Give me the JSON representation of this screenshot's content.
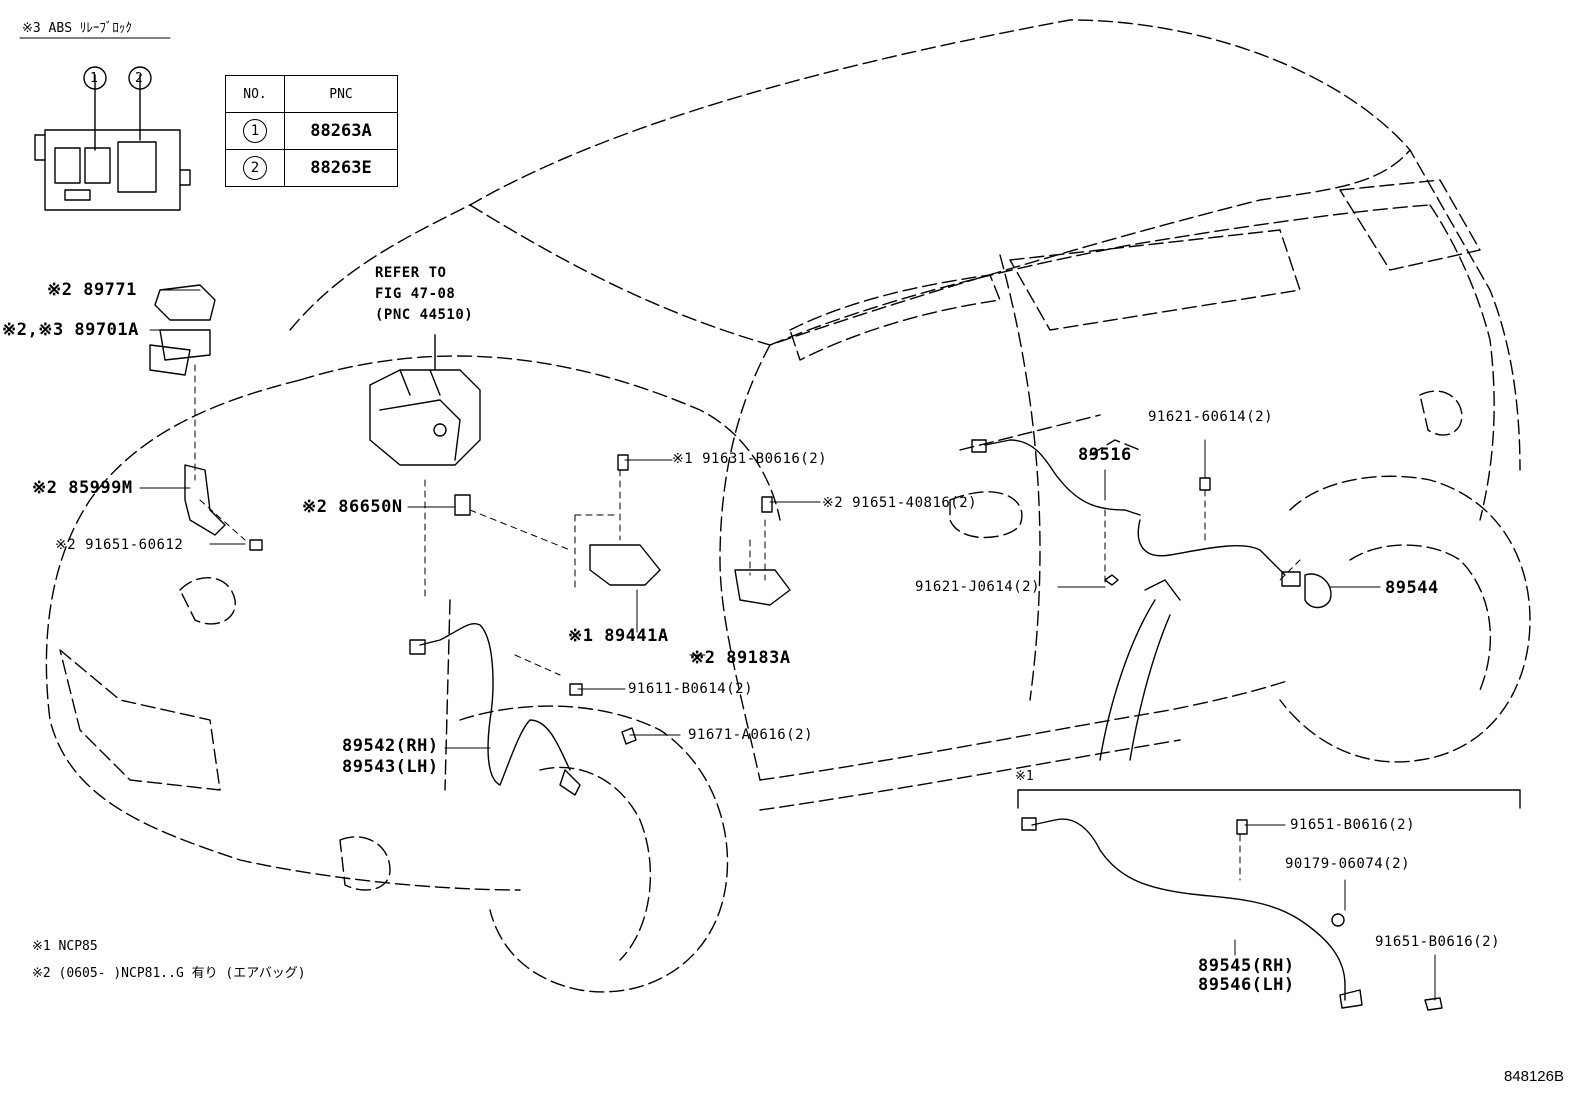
{
  "relay_block": {
    "title": "※3 ABS ﾘﾚｰﾌﾞﾛｯｸ",
    "markers": [
      "1",
      "2"
    ]
  },
  "pnc_table": {
    "header_no": "NO.",
    "header_pnc": "PNC",
    "rows": [
      {
        "no": "1",
        "pnc": "88263A"
      },
      {
        "no": "2",
        "pnc": "88263E"
      }
    ]
  },
  "refer": {
    "line1": "REFER TO",
    "line2": "FIG 47-08",
    "line3": "(PNC 44510)"
  },
  "parts": {
    "p89771": "※2 89771",
    "p89701a": "※2,※3 89701A",
    "p85999m": "※2 85999M",
    "p91651_60612": "※2 91651-60612",
    "p86650n": "※2 86650N",
    "p91631": "※1 91631-B0616(2)",
    "p89441a": "※1 89441A",
    "p89183a": "※2 89183A",
    "p91611": "91611-B0614(2)",
    "p91671": "91671-A0616(2)",
    "p89542": "89542(RH)",
    "p89543": "89543(LH)",
    "p91651_40816": "※2 91651-40816(2)",
    "p89516": "89516",
    "p91621_60614": "91621-60614(2)",
    "p91621_j0614": "91621-J0614(2)",
    "p89544": "89544",
    "inset_mark": "※1",
    "p91651_b0616_a": "91651-B0616(2)",
    "p90179": "90179-06074(2)",
    "p91651_b0616_b": "91651-B0616(2)",
    "p89545": "89545(RH)",
    "p89546": "89546(LH)"
  },
  "notes": {
    "n1": "※1 NCP85",
    "n2": "※2 (0605-     )NCP81..G 有り (エアバッグ)"
  },
  "diagram_id": "848126B"
}
